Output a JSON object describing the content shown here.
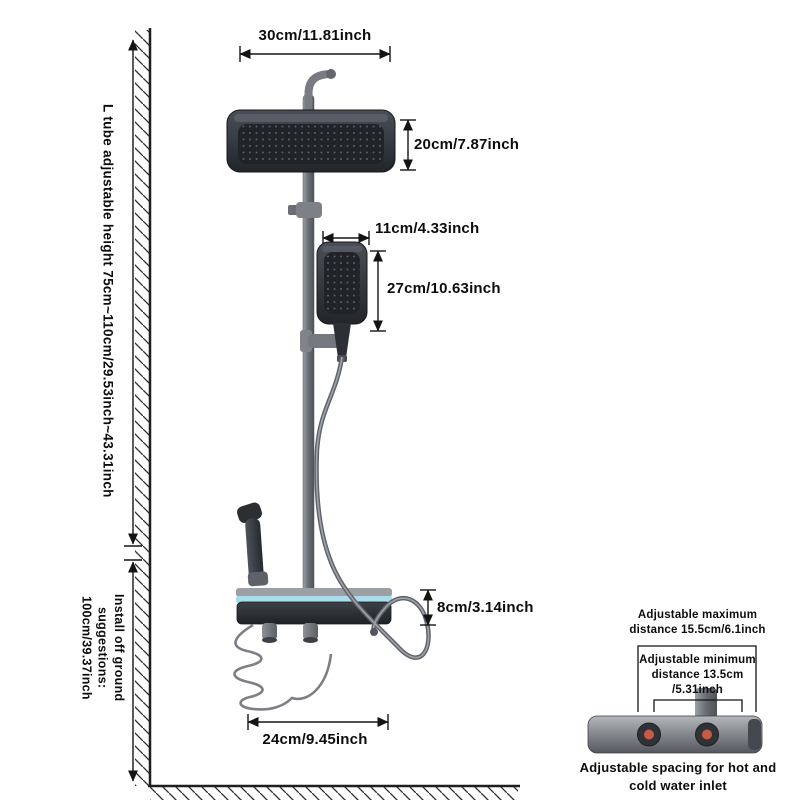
{
  "diagram": {
    "dimensions": {
      "top_width": "30cm/11.81inch",
      "head_height": "20cm/7.87inch",
      "handheld_width": "11cm/4.33inch",
      "handheld_height": "27cm/10.63inch",
      "shelf_height": "8cm/3.14inch",
      "bottom_width": "24cm/9.45inch"
    },
    "wall_labels": {
      "tube_adjustable_height": "L tube adjustable height 75cm~110cm/29.53inch~43.31inch",
      "install_height": "Install off ground\nsuggestions:\n100cm/39.37inch"
    },
    "inlet_inset": {
      "max_distance": "Adjustable maximum\ndistance 15.5cm/6.1inch",
      "min_distance": "Adjustable minimum\ndistance 13.5cm\n/5.31inch",
      "caption": "Adjustable spacing for hot and\ncold water inlet"
    },
    "colors": {
      "fixture_dark": "#2b2f34",
      "metal_gray": "#7c8086",
      "led_strip": "#aadcec",
      "inlet_dot": "#c65a47",
      "dimension_line": "#141414"
    }
  }
}
